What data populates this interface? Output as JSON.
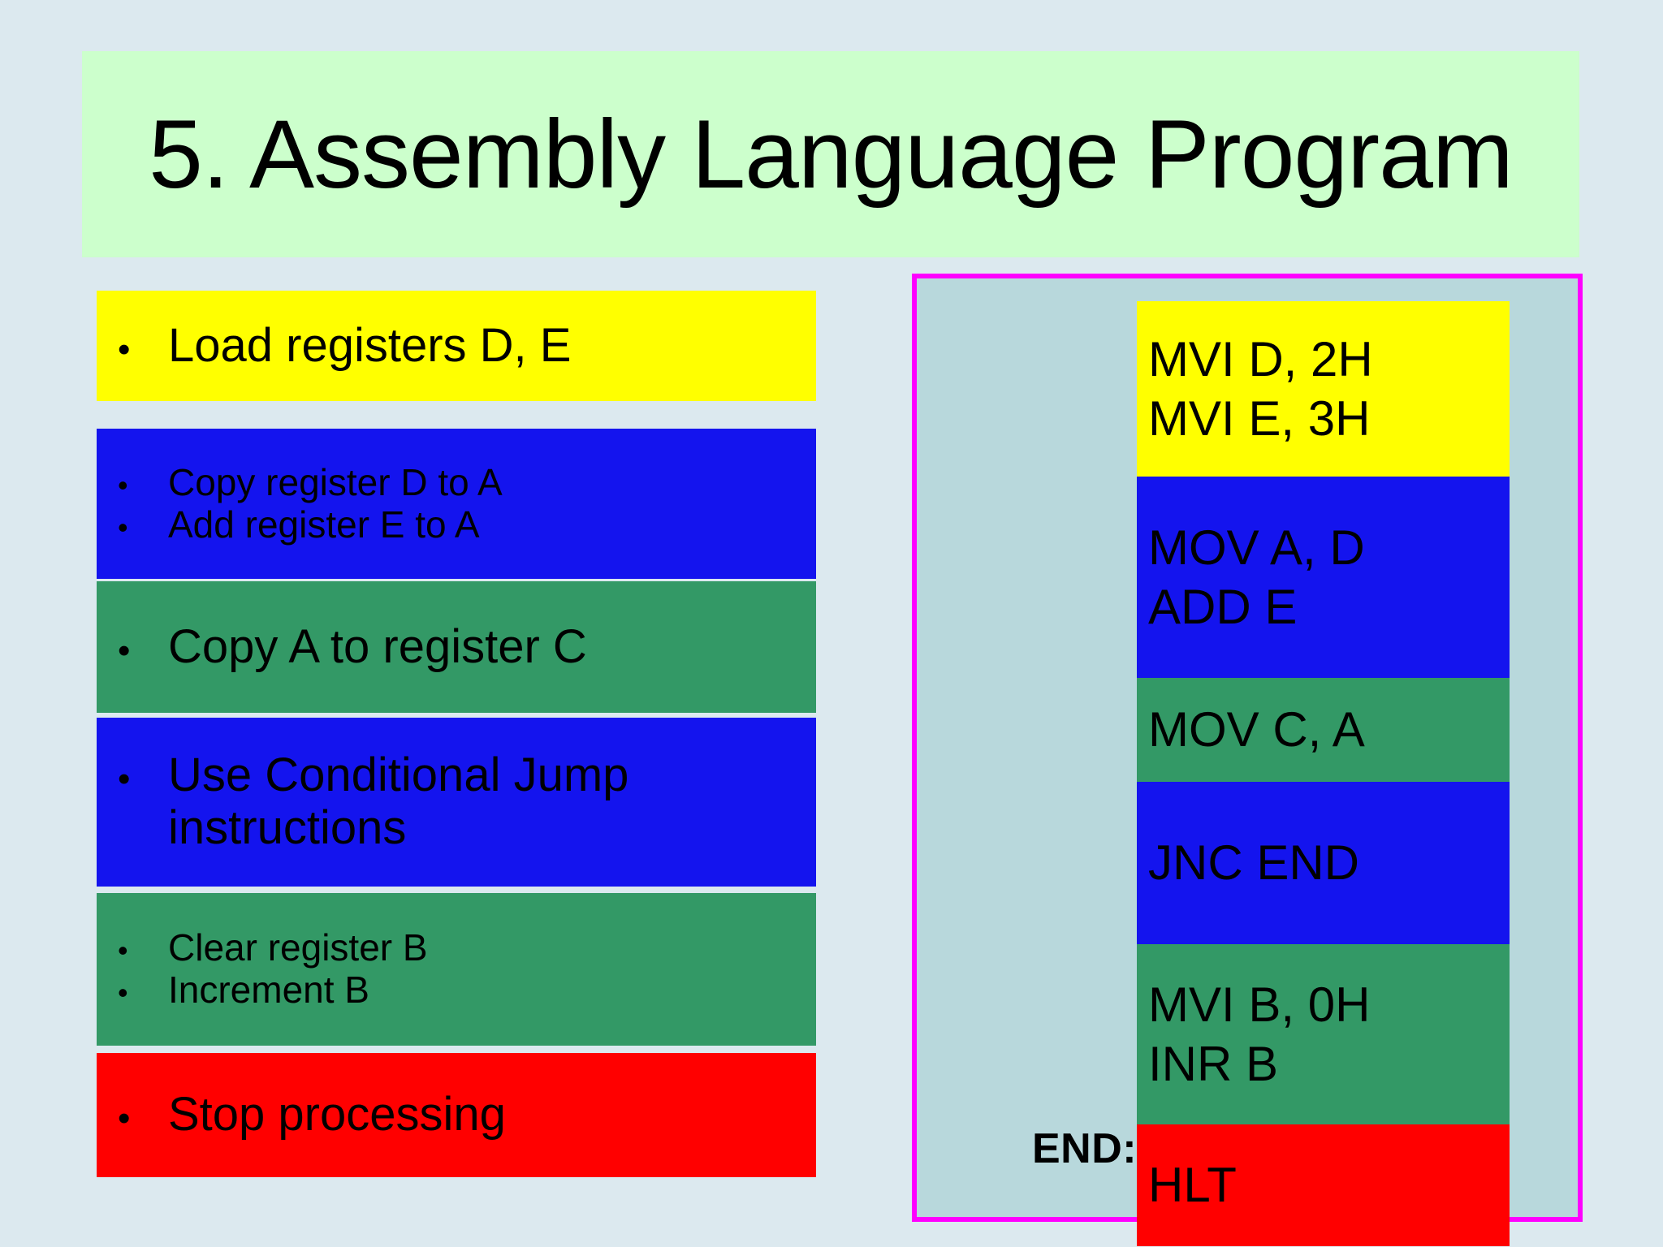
{
  "slide": {
    "title": "5. Assembly Language Program",
    "background_color": "#dce9ef",
    "title_background_color": "#ccffcc"
  },
  "steps": [
    {
      "color": "#ffff00",
      "color_name": "yellow",
      "size": "big",
      "lines": [
        "Load registers D, E"
      ]
    },
    {
      "color": "#1414ee",
      "color_name": "blue",
      "size": "small",
      "lines": [
        "Copy register D to A",
        "Add register E to A"
      ]
    },
    {
      "color": "#339966",
      "color_name": "green",
      "size": "big",
      "lines": [
        "Copy A to register C"
      ]
    },
    {
      "color": "#1414ee",
      "color_name": "blue",
      "size": "big",
      "lines": [
        "Use Conditional Jump instructions"
      ]
    },
    {
      "color": "#339966",
      "color_name": "green",
      "size": "small",
      "lines": [
        "Clear register B",
        "Increment B"
      ]
    },
    {
      "color": "#ff0000",
      "color_name": "red",
      "size": "big",
      "lines": [
        "Stop processing"
      ]
    }
  ],
  "code_panel": {
    "border_color": "#ff00ff",
    "background_color": "#b8d8dc",
    "end_label": "END:",
    "blocks": [
      {
        "color": "#ffff00",
        "color_name": "yellow",
        "lines": [
          "MVI D, 2H",
          "MVI E, 3H"
        ]
      },
      {
        "color": "#1414ee",
        "color_name": "blue",
        "lines": [
          "MOV A, D",
          "ADD E"
        ]
      },
      {
        "color": "#339966",
        "color_name": "green",
        "lines": [
          "MOV C, A"
        ]
      },
      {
        "color": "#1414ee",
        "color_name": "blue",
        "lines": [
          "JNC END"
        ]
      },
      {
        "color": "#339966",
        "color_name": "green",
        "lines": [
          "MVI B, 0H",
          "INR B"
        ]
      },
      {
        "color": "#ff0000",
        "color_name": "red",
        "lines": [
          "HLT"
        ]
      }
    ]
  },
  "bullet_glyph": "•"
}
